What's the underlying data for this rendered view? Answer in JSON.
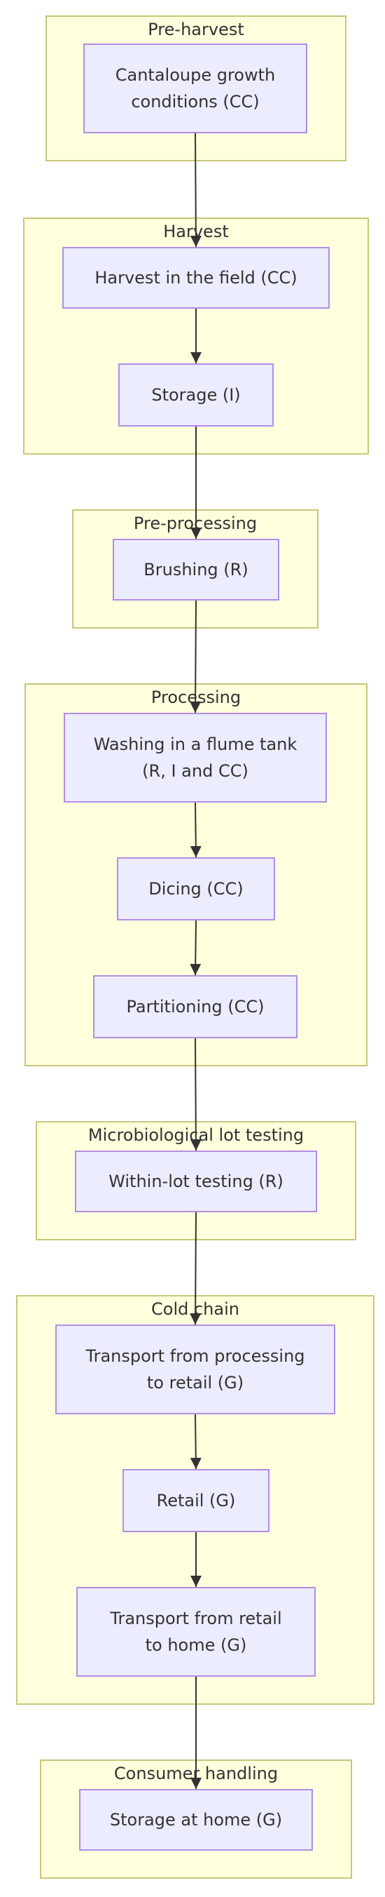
{
  "clusters": {
    "pre_harvest": "Pre-harvest",
    "harvest": "Harvest",
    "pre_processing": "Pre-processing",
    "processing": "Processing",
    "lot_testing": "Microbiological lot testing",
    "cold_chain": "Cold chain",
    "consumer": "Consumer handling"
  },
  "nodes": {
    "growth": {
      "line1": "Cantaloupe growth",
      "line2": "conditions (CC)"
    },
    "harvest_field": "Harvest in the field (CC)",
    "storage": "Storage (I)",
    "brushing": "Brushing (R)",
    "washing": {
      "line1": "Washing in a flume tank",
      "line2": "(R, I and CC)"
    },
    "dicing": "Dicing (CC)",
    "partitioning": "Partitioning (CC)",
    "within_lot": "Within-lot testing (R)",
    "transport_retail": {
      "line1": "Transport from processing",
      "line2": "to retail (G)"
    },
    "retail": "Retail (G)",
    "transport_home": {
      "line1": "Transport from retail",
      "line2": "to home (G)"
    },
    "storage_home": "Storage at home (G)"
  },
  "edges": [
    [
      "growth",
      "harvest_field"
    ],
    [
      "harvest_field",
      "storage"
    ],
    [
      "storage",
      "brushing"
    ],
    [
      "brushing",
      "washing"
    ],
    [
      "washing",
      "dicing"
    ],
    [
      "dicing",
      "partitioning"
    ],
    [
      "partitioning",
      "within_lot"
    ],
    [
      "within_lot",
      "transport_retail"
    ],
    [
      "transport_retail",
      "retail"
    ],
    [
      "retail",
      "transport_home"
    ],
    [
      "transport_home",
      "storage_home"
    ]
  ],
  "colors": {
    "cluster_fill": "#ffffde",
    "cluster_border": "#c7c77a",
    "node_fill": "#ececff",
    "node_border": "#b38ce6",
    "edge": "#333333"
  }
}
